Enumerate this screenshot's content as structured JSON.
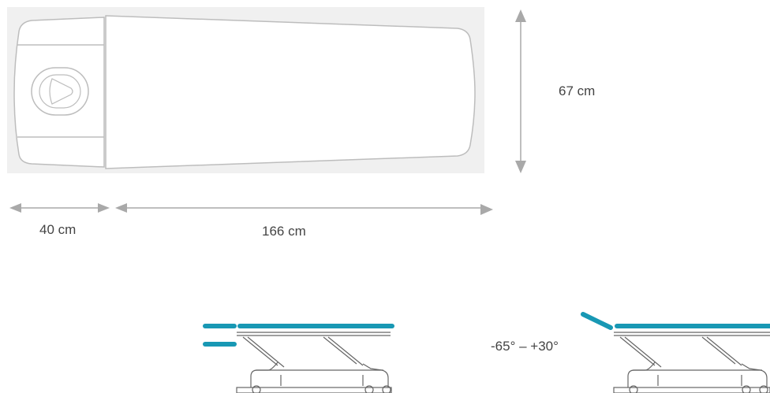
{
  "dimensions": {
    "width_label": "67 cm",
    "head_length_label": "40 cm",
    "body_length_label": "166 cm"
  },
  "tilt_range_label": "-65° – +30°",
  "colors": {
    "panel_bg": "#f0f0f0",
    "outline": "#bdbdbd",
    "arrow": "#a9a9a9",
    "pad_accent": "#1898b4",
    "frame": "#666666"
  }
}
